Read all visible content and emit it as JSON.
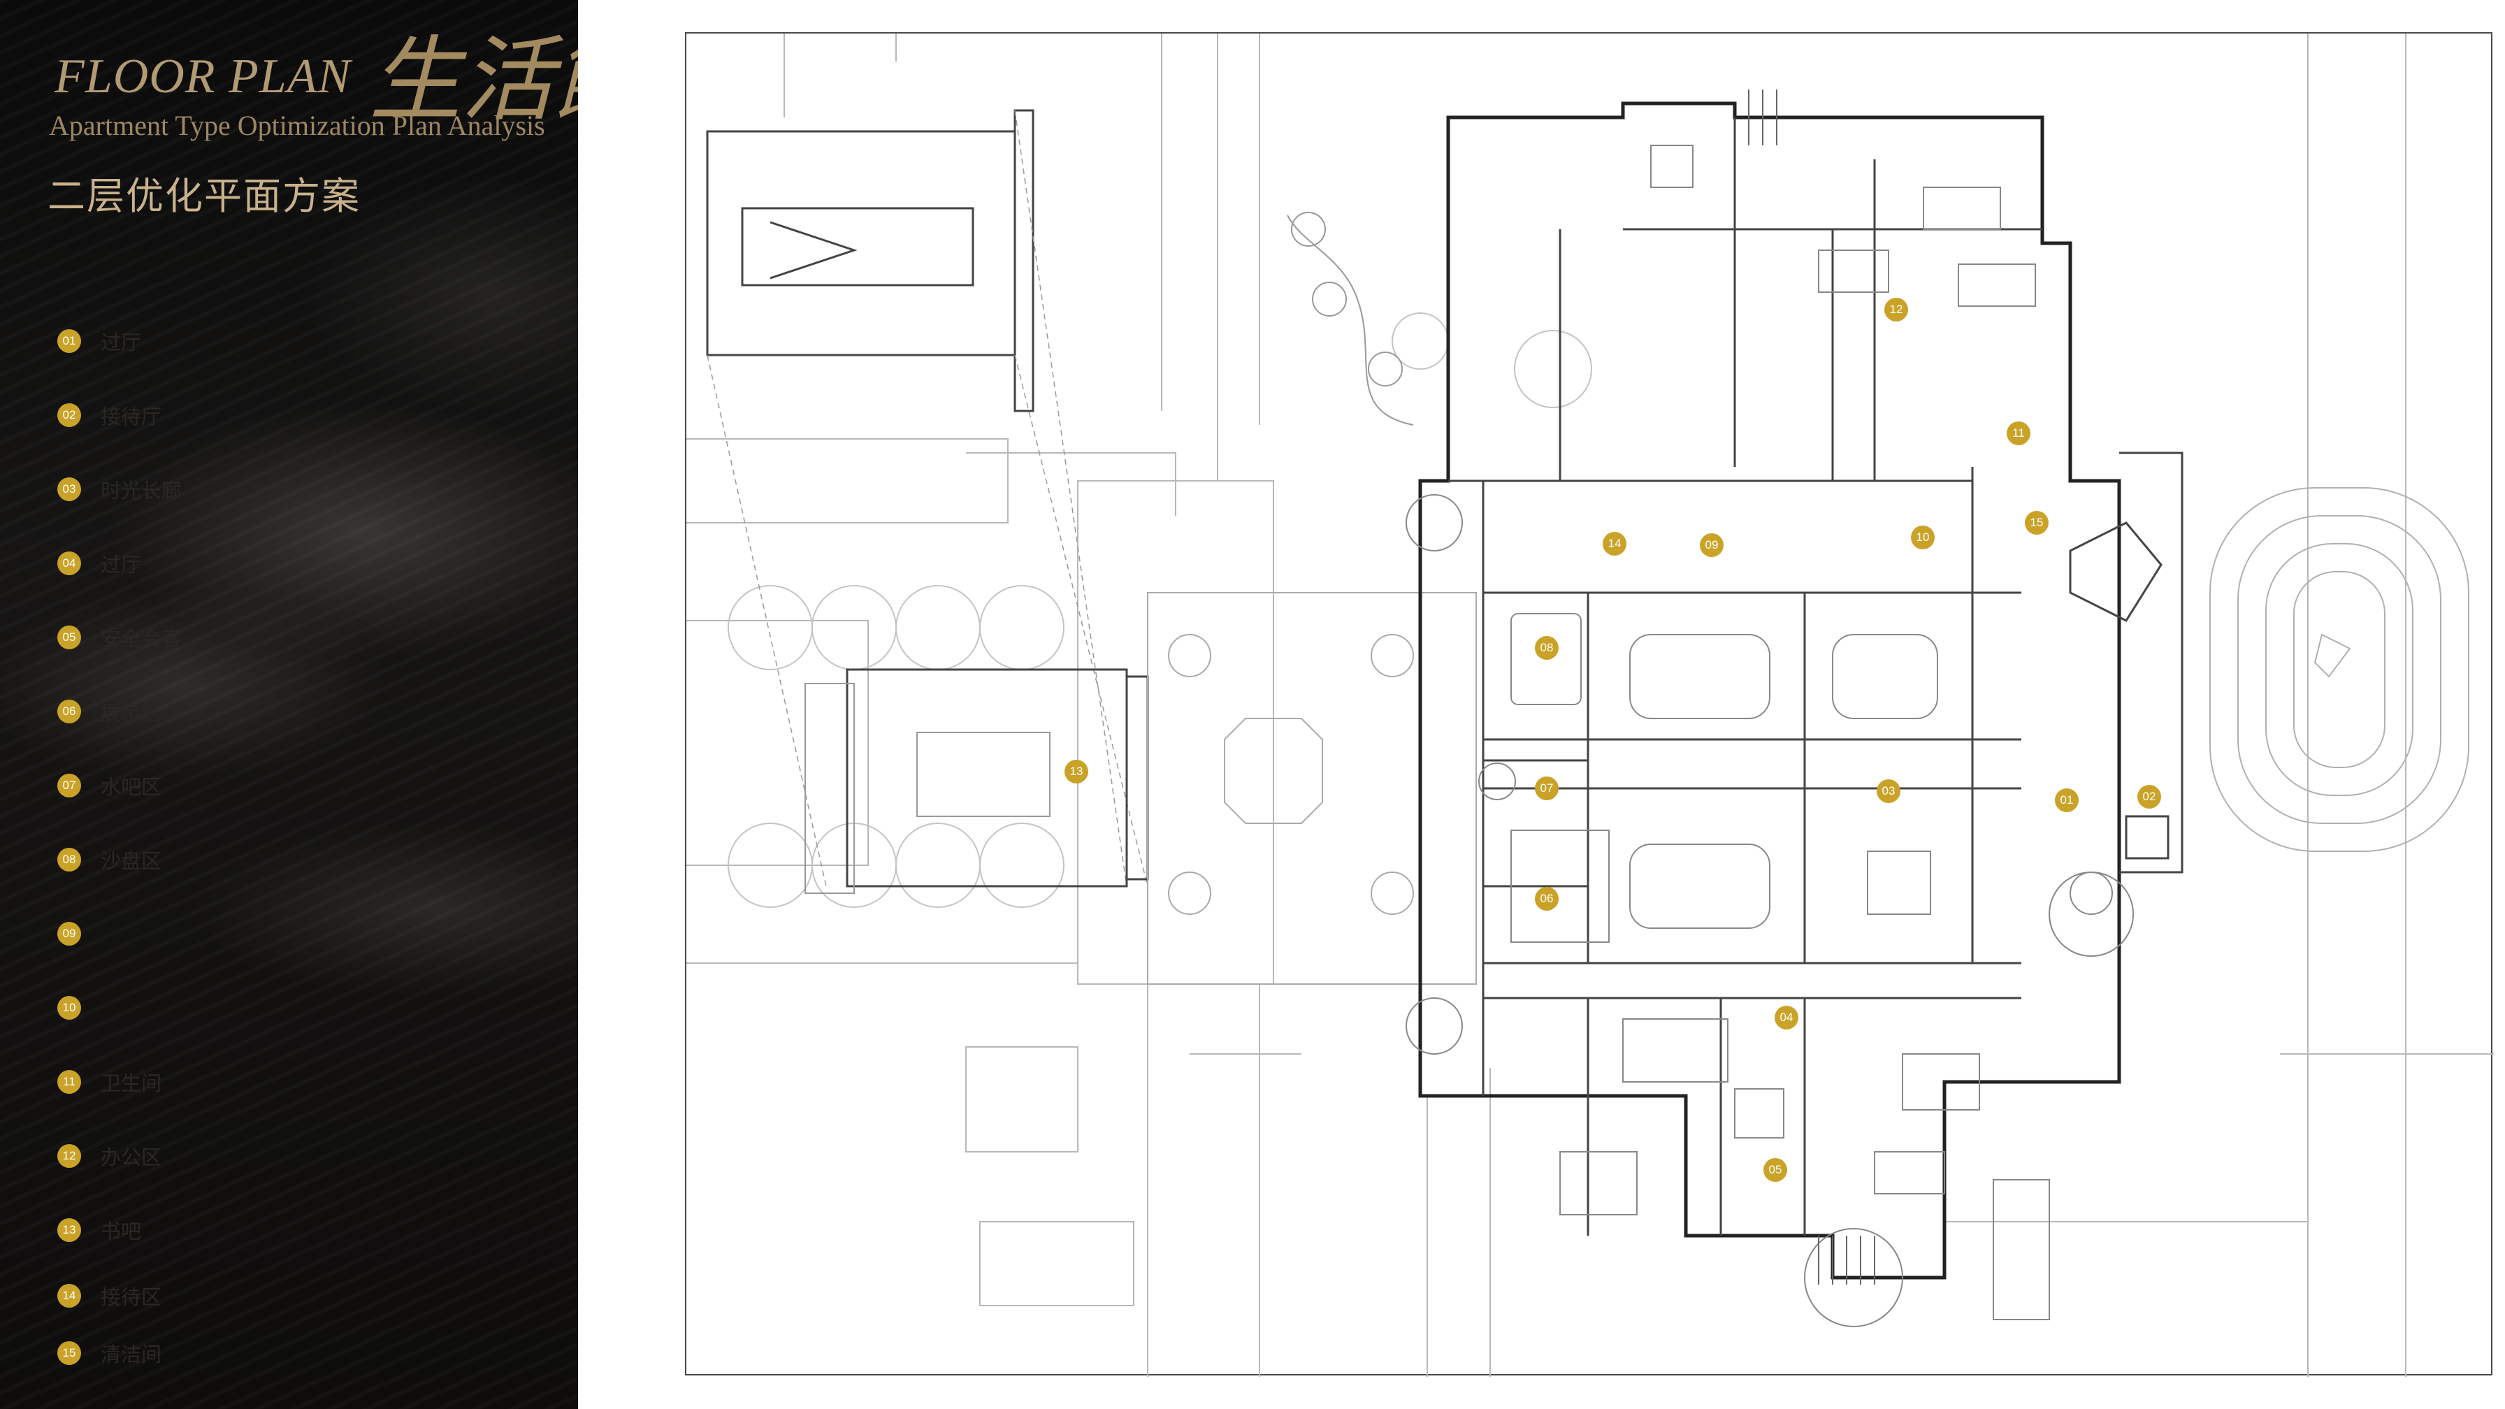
{
  "header": {
    "title_en": "FLOOR PLAN",
    "title_cn": "生活館",
    "subtitle_en": "Apartment Type Optimization Plan Analysis",
    "heading_cn": "二层优化平面方案"
  },
  "legend": [
    {
      "num": "01",
      "label": "过厅"
    },
    {
      "num": "02",
      "label": "接待厅"
    },
    {
      "num": "03",
      "label": "时光长廊"
    },
    {
      "num": "04",
      "label": "过厅"
    },
    {
      "num": "05",
      "label": "安全会客"
    },
    {
      "num": "06",
      "label": "展示区"
    },
    {
      "num": "07",
      "label": "水吧区"
    },
    {
      "num": "08",
      "label": "沙盘区"
    },
    {
      "num": "09",
      "label": ""
    },
    {
      "num": "10",
      "label": ""
    },
    {
      "num": "11",
      "label": "卫生间"
    },
    {
      "num": "12",
      "label": "办公区"
    },
    {
      "num": "13",
      "label": "书吧"
    },
    {
      "num": "14",
      "label": "接待区"
    },
    {
      "num": "15",
      "label": "清洁间"
    }
  ],
  "plan_markers": [
    {
      "num": "01"
    },
    {
      "num": "02"
    },
    {
      "num": "03"
    },
    {
      "num": "04"
    },
    {
      "num": "05"
    },
    {
      "num": "06"
    },
    {
      "num": "07"
    },
    {
      "num": "08"
    },
    {
      "num": "09"
    },
    {
      "num": "10"
    },
    {
      "num": "11"
    },
    {
      "num": "12"
    },
    {
      "num": "13"
    },
    {
      "num": "14"
    },
    {
      "num": "15"
    }
  ],
  "colors": {
    "accent_gold": "#c9a227",
    "title_gold": "#b29a72",
    "panel_dark": "#0e0d0c",
    "plan_line": "#4a4a4a"
  }
}
